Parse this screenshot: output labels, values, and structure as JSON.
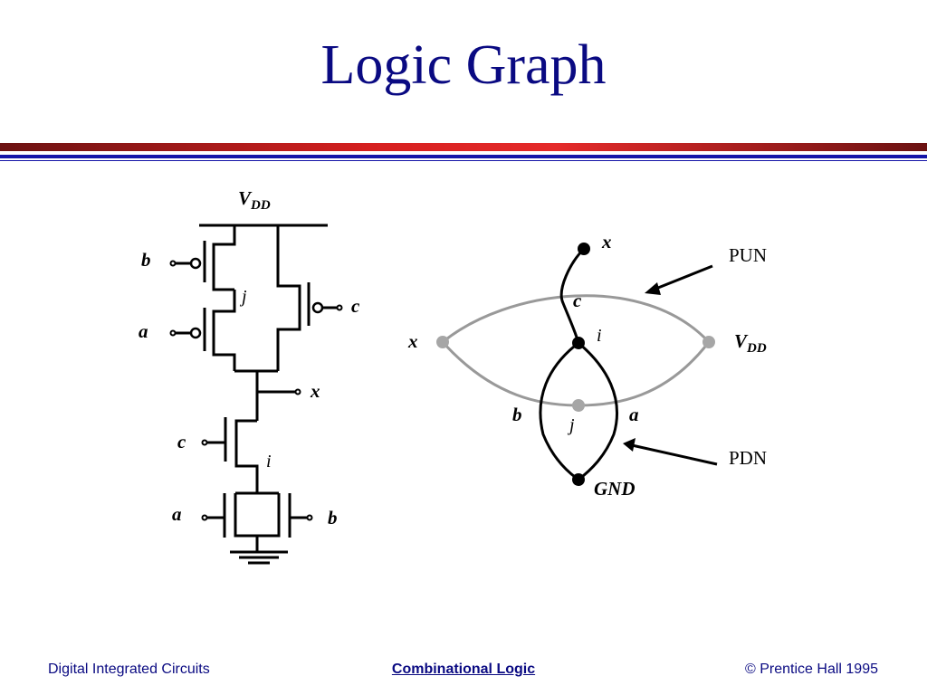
{
  "slide": {
    "title": "Logic Graph"
  },
  "circuit": {
    "vdd_main": "V",
    "vdd_sub": "DD",
    "input_b_top": "b",
    "input_a_top": "a",
    "input_c_top": "c",
    "node_j": "j",
    "output_x": "x",
    "input_c_bottom": "c",
    "node_i": "i",
    "input_a_bottom": "a",
    "input_b_bottom": "b"
  },
  "graph": {
    "node_x_top": "x",
    "edge_c": "c",
    "node_i": "i",
    "node_x_left": "x",
    "node_vdd_main": "V",
    "node_vdd_sub": "DD",
    "edge_b": "b",
    "edge_a": "a",
    "node_j": "j",
    "node_gnd": "GND",
    "pun_label": "PUN",
    "pdn_label": "PDN",
    "colors": {
      "pun_edge": "#999999",
      "pdn_edge": "#000000",
      "node_gray": "#a6a6a6"
    }
  },
  "footer": {
    "left": "Digital Integrated Circuits",
    "center": "Combinational Logic",
    "right": "© Prentice Hall 1995"
  }
}
